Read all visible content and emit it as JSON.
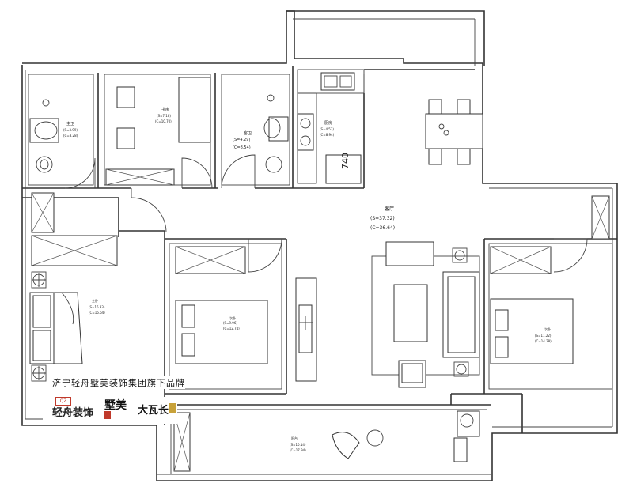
{
  "rooms": {
    "bathroom_main": {
      "name": "主卫",
      "area": "(S=3.99)",
      "perimeter": "(C=8.28)"
    },
    "study": {
      "name": "书房",
      "area": "(S=7.18)",
      "perimeter": "(C=10.70)"
    },
    "bathroom_second": {
      "name": "客卫",
      "area": "(S=4.29)",
      "perimeter": "(C=8.54)"
    },
    "kitchen": {
      "name": "厨房",
      "area": "(S=4.53)",
      "perimeter": "(C=8.94)"
    },
    "living": {
      "name": "客厅",
      "area": "(S=37.32)",
      "perimeter": "(C=36.64)"
    },
    "master_bedroom": {
      "name": "主卧",
      "area": "(S=16.33)",
      "perimeter": "(C=16.64)"
    },
    "second_bedroom": {
      "name": "次卧",
      "area": "(S=9.96)",
      "perimeter": "(C=12.74)"
    },
    "third_bedroom": {
      "name": "次卧",
      "area": "(S=11.22)",
      "perimeter": "(C=14.28)"
    },
    "balcony": {
      "name": "阳台",
      "area": "(S=10.14)",
      "perimeter": "(C=17.94)"
    }
  },
  "fridge_label": "740",
  "brand": {
    "tagline": "济宁轻舟墅美装饰集团旗下品牌",
    "logo_qingzhou": "轻舟装饰",
    "logo_qingzhou_badge": "QZ",
    "logo_shumei": "墅美",
    "logo_dawachang": "大瓦长"
  }
}
